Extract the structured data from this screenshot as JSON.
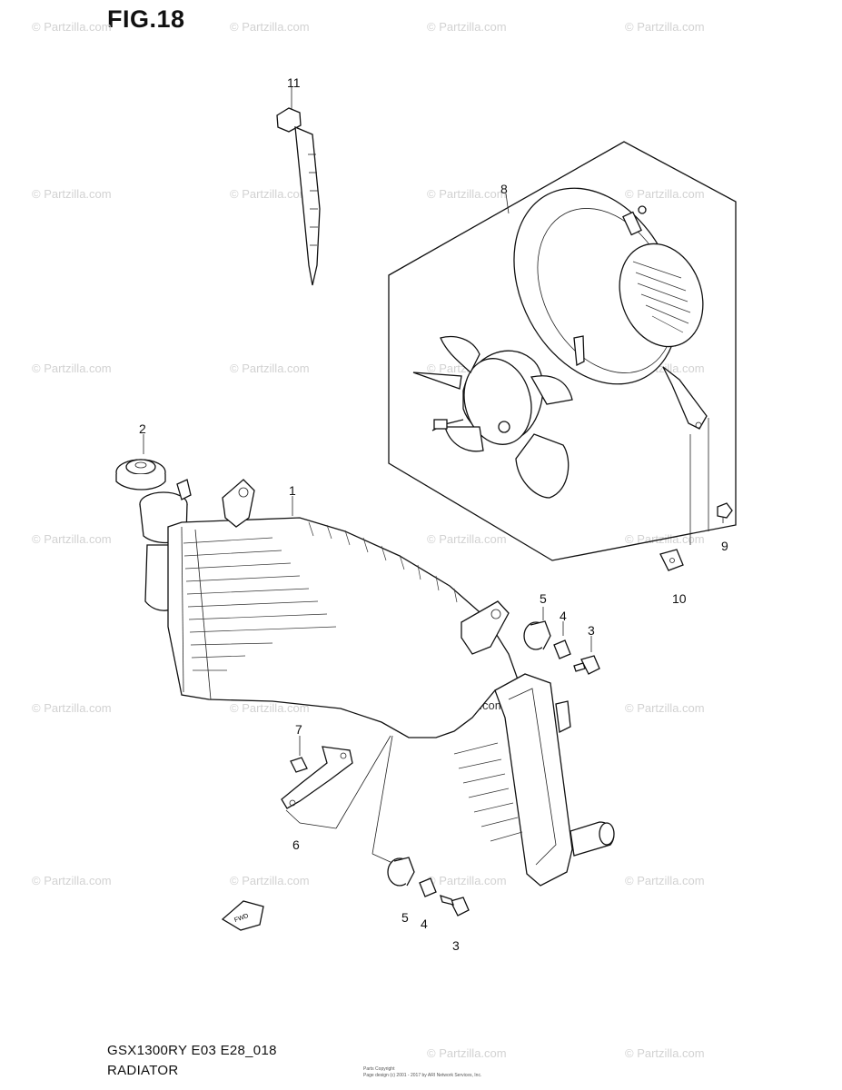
{
  "figure": {
    "title": "FIG.18",
    "model_code": "GSX1300RY E03 E28_018",
    "section_name": "RADIATOR",
    "fine_print_1": "Parts Copyright",
    "fine_print_2": "Page design (c) 2001 - 2017 by ARI Network Services, Inc."
  },
  "watermark": {
    "text": "© Partzilla.com"
  },
  "callouts": {
    "c1": "1",
    "c2": "2",
    "c3a": "3",
    "c3b": "3",
    "c4a": "4",
    "c4b": "4",
    "c5a": "5",
    "c5b": "5",
    "c6": "6",
    "c7": "7",
    "c8": "8",
    "c9": "9",
    "c10": "10",
    "c11": "11"
  },
  "parts": [
    {
      "ref": "1",
      "component": "radiator"
    },
    {
      "ref": "2",
      "component": "radiator-cap"
    },
    {
      "ref": "3",
      "component": "bolt"
    },
    {
      "ref": "4",
      "component": "collar"
    },
    {
      "ref": "5",
      "component": "cushion"
    },
    {
      "ref": "6",
      "component": "bracket"
    },
    {
      "ref": "7",
      "component": "bolt"
    },
    {
      "ref": "8",
      "component": "cooling-fan-assembly"
    },
    {
      "ref": "9",
      "component": "bolt"
    },
    {
      "ref": "10",
      "component": "nut"
    },
    {
      "ref": "11",
      "component": "cable-tie"
    }
  ],
  "colors": {
    "line": "#111111",
    "watermark": "#d2d2d2"
  },
  "icons": {
    "forward-arrow": "fwd-arrow-icon"
  }
}
